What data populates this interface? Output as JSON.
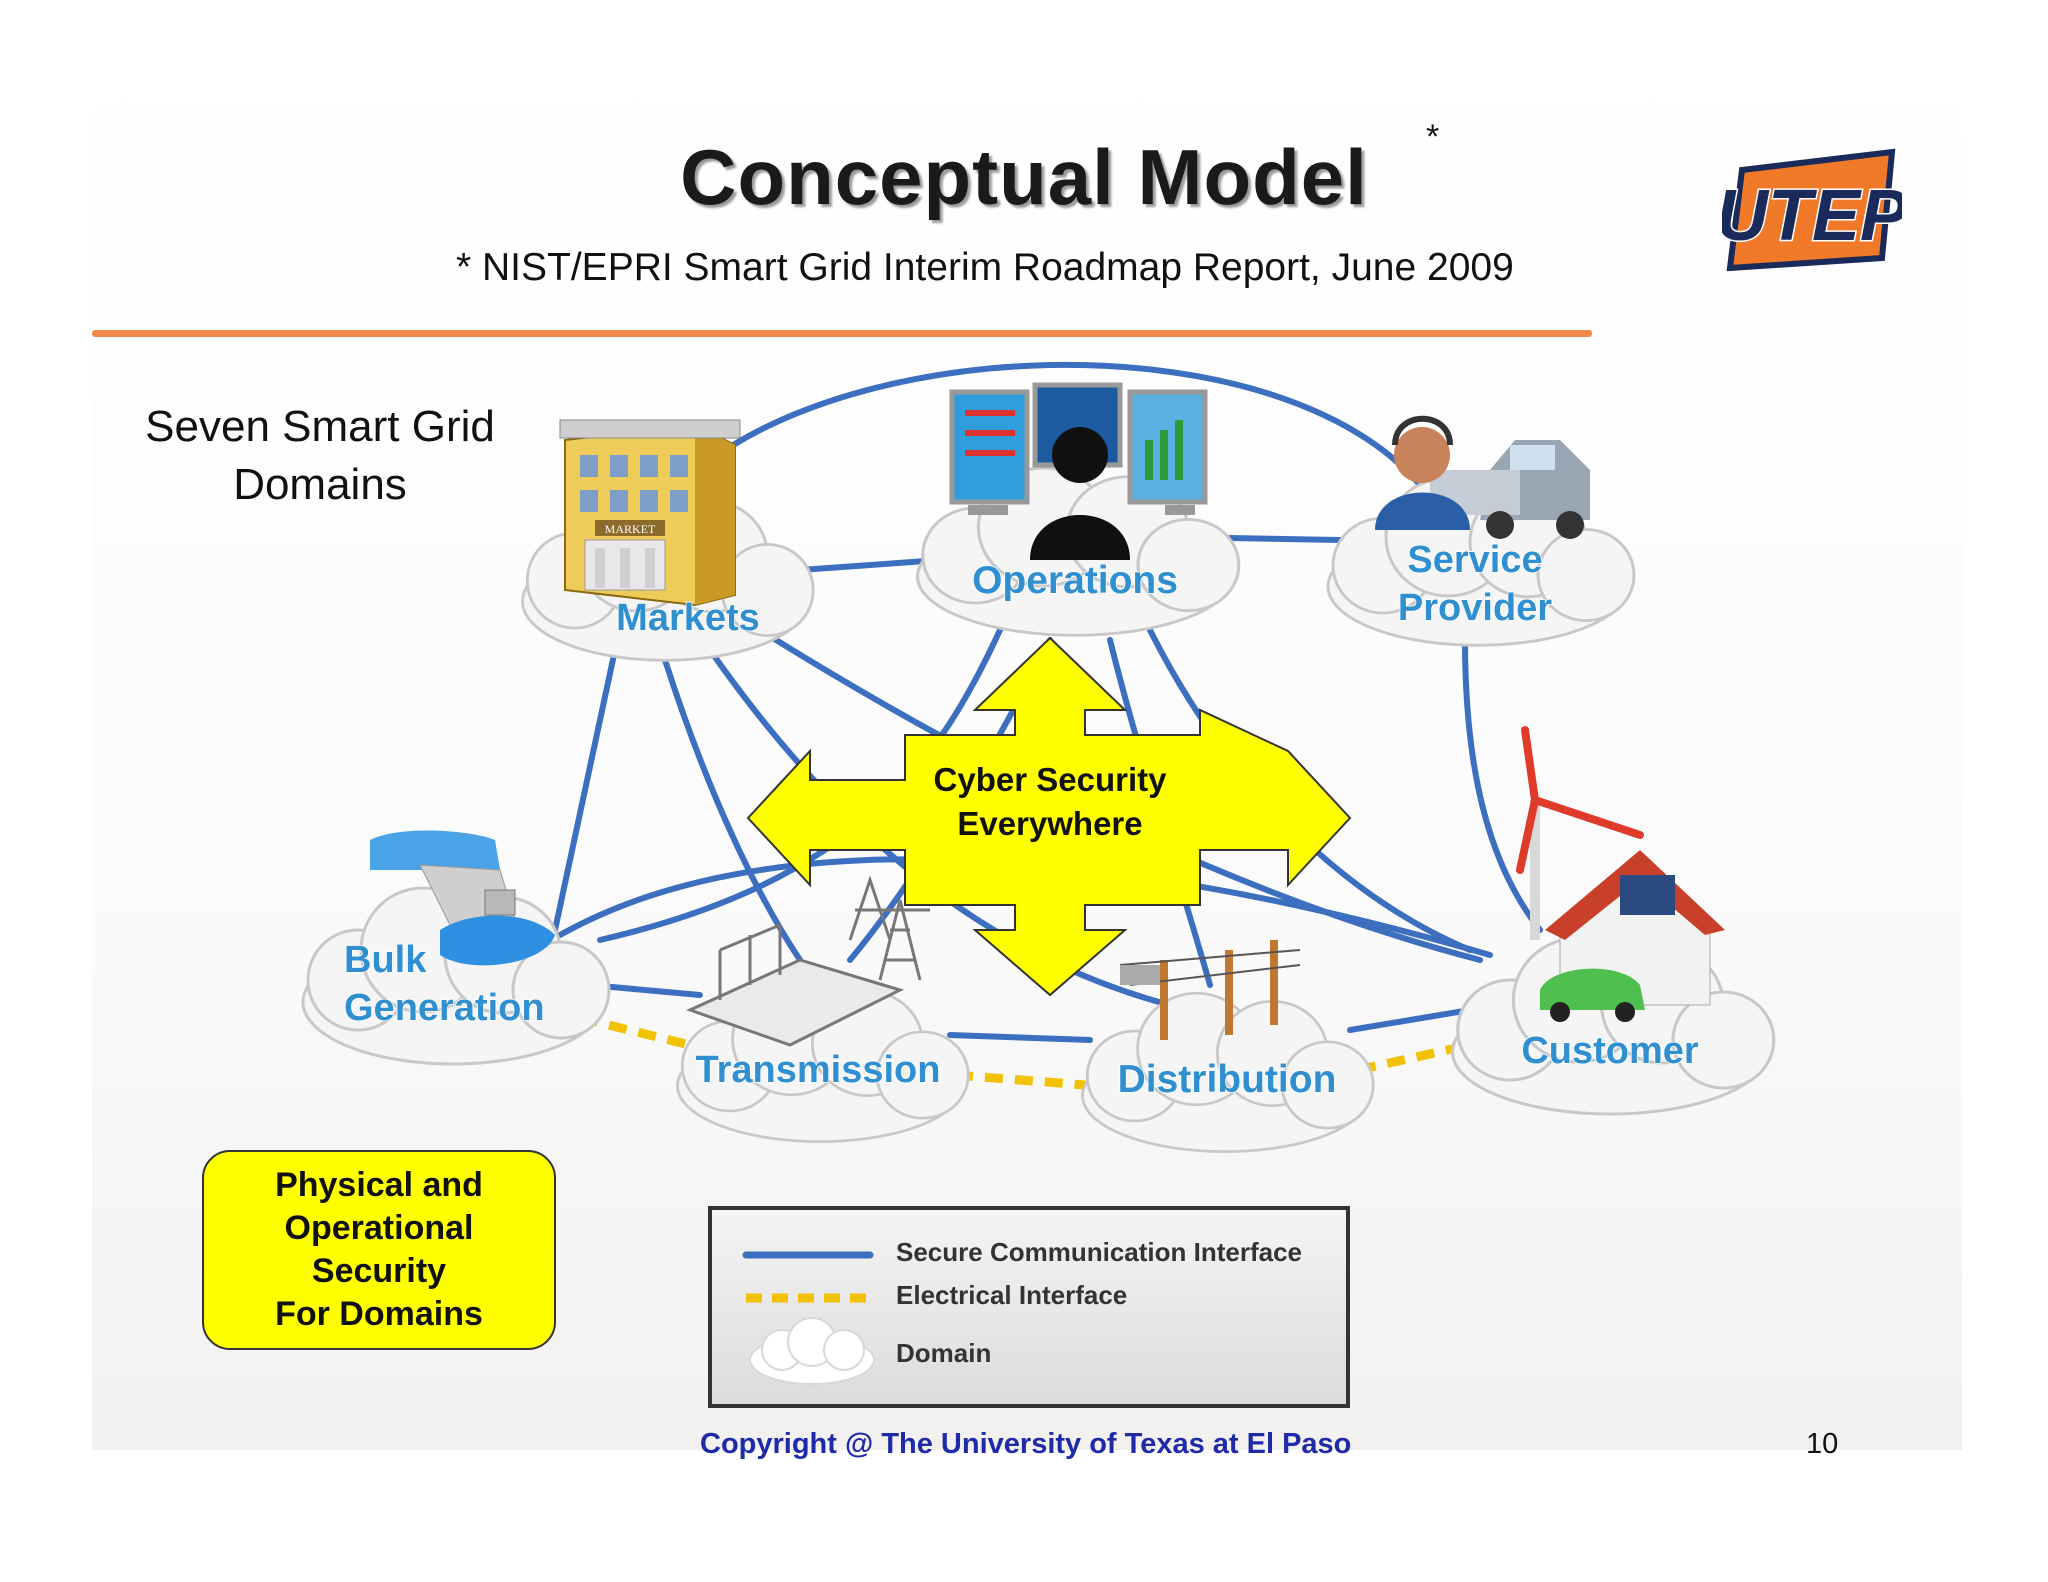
{
  "slide": {
    "title": "Conceptual Model",
    "title_marker": "*",
    "subtitle": "* NIST/EPRI Smart Grid Interim Roadmap Report, June 2009",
    "logo_text": "UTEP",
    "domains_heading": [
      "Seven Smart Grid",
      "Domains"
    ],
    "accent_color": "#f08a4b"
  },
  "diagram": {
    "domains": {
      "markets": "Markets",
      "market_sign": "MARKET",
      "operations": "Operations",
      "service_provider": [
        "Service",
        "Provider"
      ],
      "bulk_generation": [
        "Bulk",
        "Generation"
      ],
      "transmission": "Transmission",
      "distribution": "Distribution",
      "customer": "Customer"
    },
    "cyber_security": [
      "Cyber Security",
      "Everywhere"
    ],
    "physical_security": [
      "Physical and",
      "Operational",
      "Security",
      "For Domains"
    ],
    "colors": {
      "communication": "#3c6fc0",
      "electrical": "#f2c200",
      "arrow": "#ffff00",
      "label": "#2f8fd0"
    }
  },
  "legend": {
    "secure_communication": "Secure Communication Interface",
    "electrical": "Electrical Interface",
    "domain": "Domain"
  },
  "footer": {
    "copyright": "Copyright @ The University of Texas at El Paso",
    "page_number": "10"
  }
}
